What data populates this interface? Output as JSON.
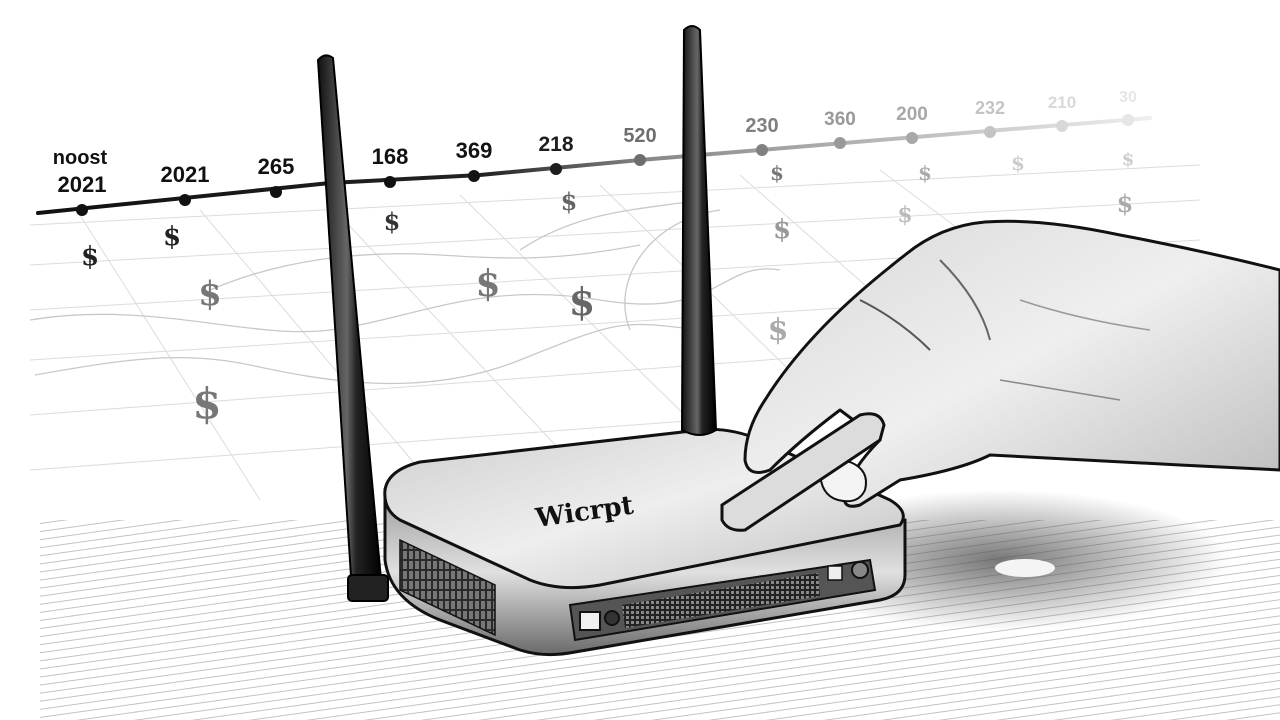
{
  "illustration": {
    "subject": "Hand pressing button on wireless router in front of faded timeline",
    "style": "pencil sketch, grayscale",
    "router_brand_text": "Wicrpt"
  },
  "timeline": {
    "labels": [
      {
        "text": "2021",
        "caption": "noost",
        "shade": "#111111"
      },
      {
        "text": "2021",
        "shade": "#111111"
      },
      {
        "text": "265",
        "shade": "#111111"
      },
      {
        "text": "168",
        "shade": "#111111"
      },
      {
        "text": "369",
        "shade": "#141414"
      },
      {
        "text": "218",
        "shade": "#1e1e1e"
      },
      {
        "text": "520",
        "shade": "#6e6e6e"
      },
      {
        "text": "230",
        "shade": "#808080"
      },
      {
        "text": "360",
        "shade": "#999999"
      },
      {
        "text": "200",
        "shade": "#a8a8a8"
      },
      {
        "text": "232",
        "shade": "#c4c4c4"
      },
      {
        "text": "210",
        "shade": "#d8d8d8"
      },
      {
        "text": "30",
        "shade": "#e6e6e6"
      }
    ]
  },
  "dollar_symbols": [
    {
      "glyph": "$",
      "shade": "#222222"
    },
    {
      "glyph": "$",
      "shade": "#222222"
    },
    {
      "glyph": "$",
      "shade": "#777777"
    },
    {
      "glyph": "$",
      "shade": "#777777"
    },
    {
      "glyph": "$",
      "shade": "#333333"
    },
    {
      "glyph": "$",
      "shade": "#777777"
    },
    {
      "glyph": "$",
      "shade": "#666666"
    },
    {
      "glyph": "$",
      "shade": "#666666"
    },
    {
      "glyph": "$",
      "shade": "#777777"
    },
    {
      "glyph": "$",
      "shade": "#999999"
    },
    {
      "glyph": "$",
      "shade": "#aaaaaa"
    },
    {
      "glyph": "$",
      "shade": "#aaaaaa"
    },
    {
      "glyph": "$",
      "shade": "#bbbbbb"
    },
    {
      "glyph": "$",
      "shade": "#cccccc"
    },
    {
      "glyph": "$",
      "shade": "#cccccc"
    },
    {
      "glyph": "$",
      "shade": "#aaaaaa"
    }
  ]
}
